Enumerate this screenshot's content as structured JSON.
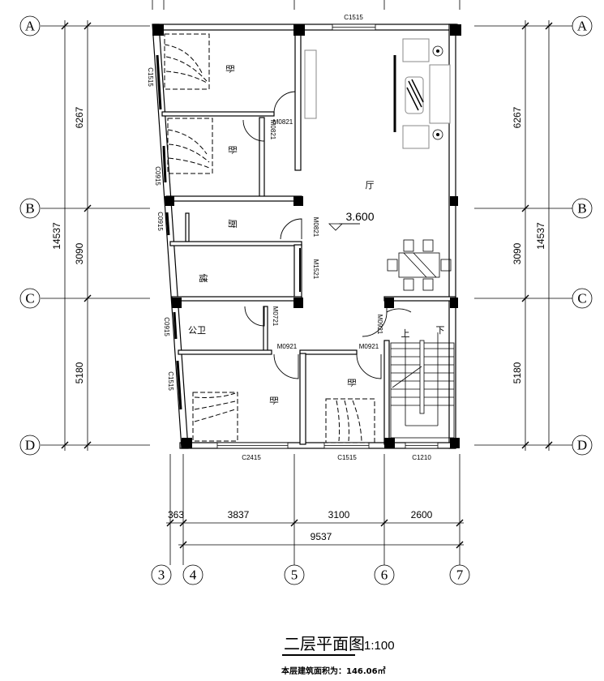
{
  "axes": {
    "rows": [
      "A",
      "B",
      "C",
      "D"
    ],
    "cols": [
      "3",
      "4",
      "5",
      "6",
      "7"
    ]
  },
  "dimensions": {
    "left_overall": "14537",
    "left_segments": [
      "6267",
      "3090",
      "5180"
    ],
    "right_overall": "14537",
    "right_segments": [
      "6267",
      "3090",
      "5180"
    ],
    "bottom_segments": [
      "363",
      "3837",
      "3100",
      "2600"
    ],
    "bottom_overall": "9537"
  },
  "windows": {
    "top": "C1515",
    "left": [
      "C1515",
      "C0915",
      "C0915",
      "C0915",
      "C1515"
    ],
    "bottom": [
      "C2415",
      "C1515",
      "C1210"
    ]
  },
  "doors": [
    "M0821",
    "M0821",
    "M0821",
    "M1521",
    "M0721",
    "M0921",
    "M0921",
    "M0921"
  ],
  "rooms": {
    "bedroom": "卧",
    "hall": "厅",
    "kitchen": "厨",
    "storage": "储",
    "toilet": "公卫"
  },
  "stairs": {
    "up": "上",
    "down": "下"
  },
  "elevation": "3.600",
  "title": "二层平面图",
  "scale": "1:100",
  "area": "本层建筑面积为：146.06㎡"
}
